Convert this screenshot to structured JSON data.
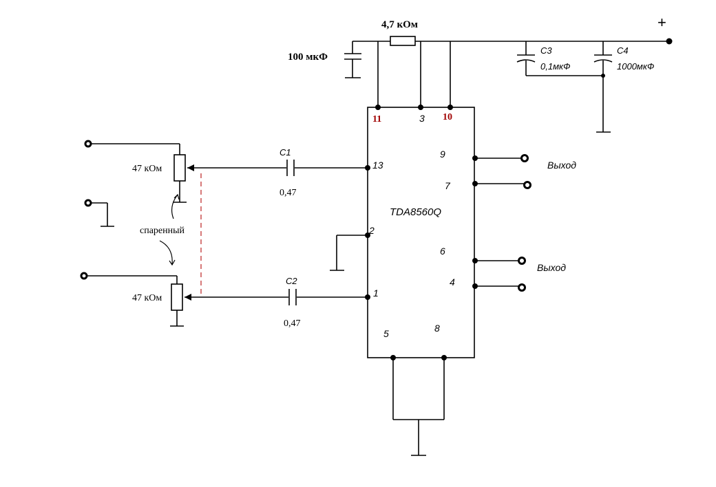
{
  "power": {
    "plus_label": "+",
    "series_resistor_label": "4,7 кОм",
    "supply_cap_label": "100 мкФ"
  },
  "decoupling": {
    "c3_name": "C3",
    "c3_value": "0,1мкФ",
    "c4_name": "C4",
    "c4_value": "1000мкФ"
  },
  "chip": {
    "name": "TDA8560Q",
    "pins": {
      "p11": "11",
      "p3": "3",
      "p10": "10",
      "p9": "9",
      "p7": "7",
      "p13": "13",
      "p2": "2",
      "p6": "6",
      "p4": "4",
      "p1": "1",
      "p5": "5",
      "p8": "8"
    }
  },
  "inputs": {
    "c1_name": "C1",
    "c1_value": "0,47",
    "c2_name": "C2",
    "c2_value": "0,47",
    "pot_top_label": "47 кОм",
    "pot_bottom_label": "47 кОм",
    "ganged_label": "спаренный"
  },
  "outputs": {
    "out1_label": "Выход",
    "out2_label": "Выход"
  }
}
